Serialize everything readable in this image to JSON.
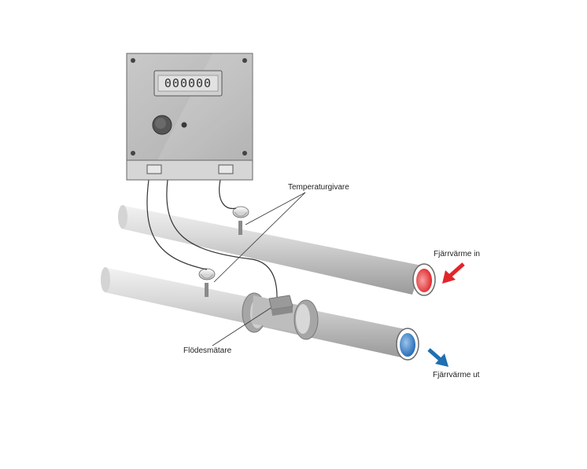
{
  "labels": {
    "temperature_sensor": "Temperaturgivare",
    "heat_in": "Fjärrvärme in",
    "heat_out": "Fjärrvärme ut",
    "flow_meter": "Flödesmätare"
  },
  "meter": {
    "display_digits": "000000"
  },
  "colors": {
    "hot_inlet": "#e0262b",
    "cold_outlet": "#2a6fb8",
    "arrow_in": "#e0262b",
    "arrow_out": "#1f6fb2",
    "pipe": "#c9c9c9",
    "housing": "#bdbdbd"
  },
  "icons": {
    "arrow_in": "arrow-down-left-icon",
    "arrow_out": "arrow-down-right-icon"
  }
}
